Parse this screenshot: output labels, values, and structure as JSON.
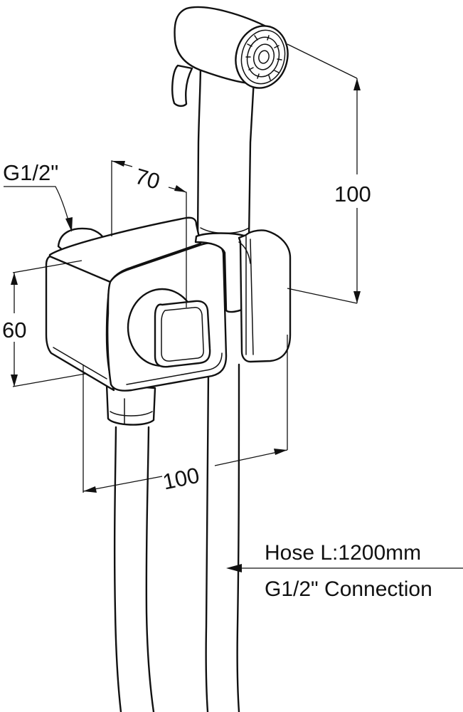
{
  "dimensions": {
    "thread_size": "G1/2\"",
    "depth": "70",
    "height": "60",
    "width": "100",
    "sprayer_height": "100"
  },
  "callout": {
    "hose_length": "Hose L:1200mm",
    "connection": "G1/2\" Connection"
  }
}
